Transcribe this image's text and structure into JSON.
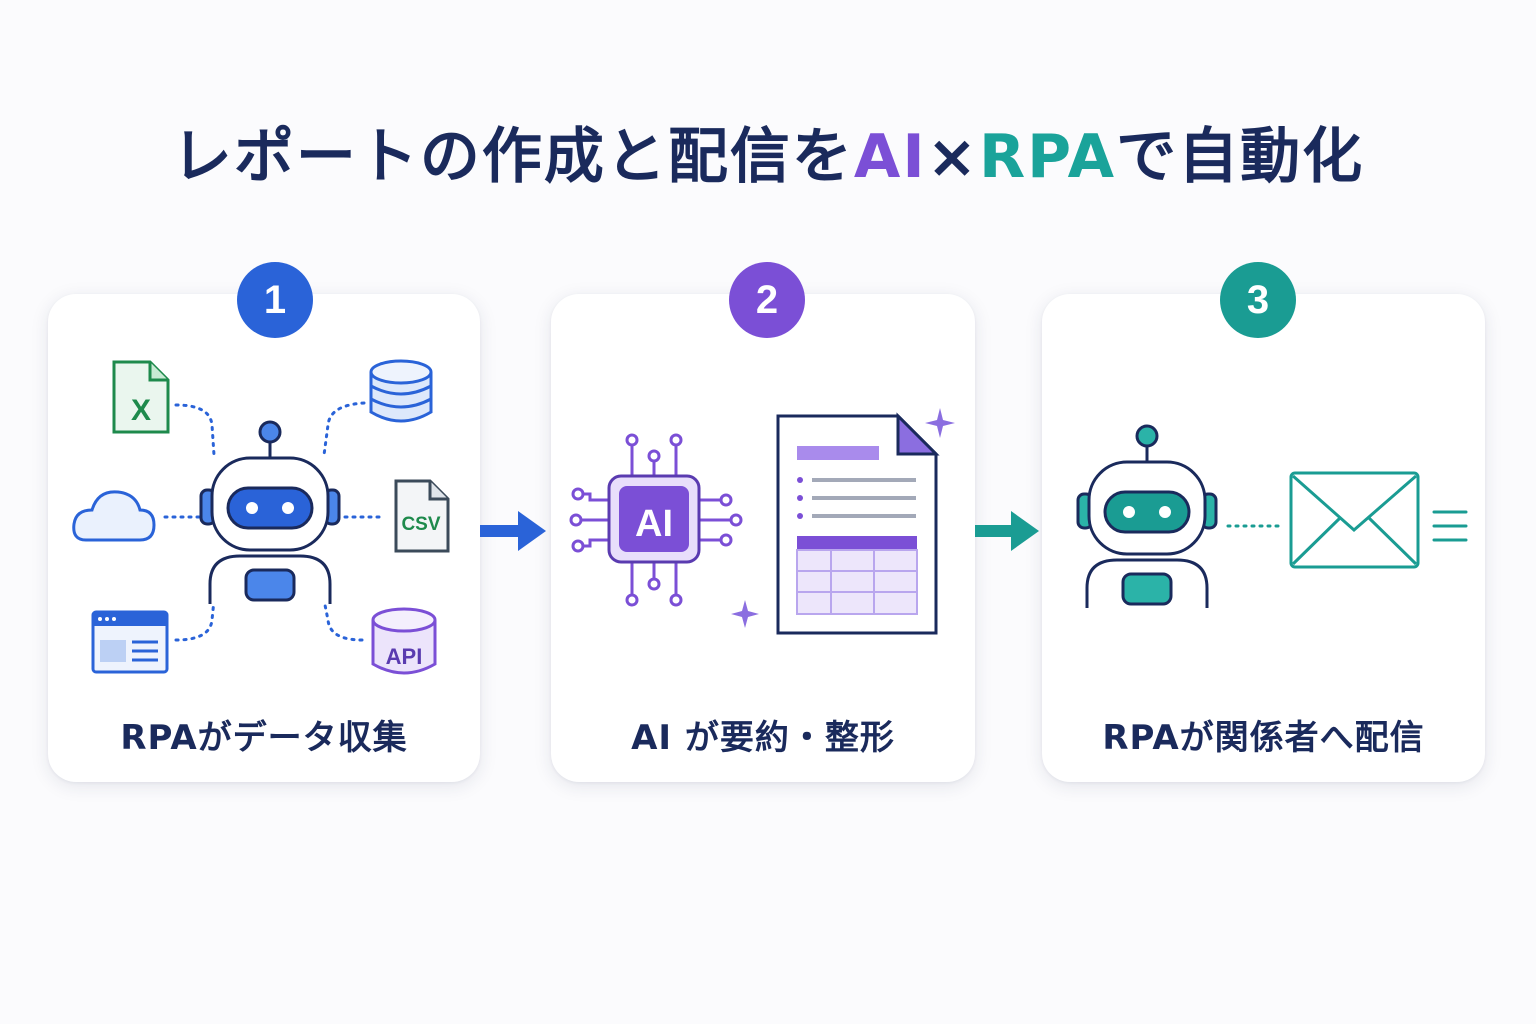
{
  "title": {
    "part1": "レポートの作成と配信を",
    "ai": "AI",
    "times": "×",
    "rpa": "RPA",
    "part2": "で自動化"
  },
  "steps": [
    {
      "number": "1",
      "label": "RPAがデータ収集",
      "color": "#2a63d8"
    },
    {
      "number": "2",
      "label": "AI が要約・整形",
      "color": "#7b4fd6"
    },
    {
      "number": "3",
      "label": "RPAが関係者へ配信",
      "color": "#1a9c93"
    }
  ],
  "icons": {
    "excel_letter": "X",
    "csv_label": "CSV",
    "api_label": "API",
    "ai_chip_label": "AI"
  },
  "colors": {
    "navy": "#1a2a5c",
    "blue": "#2a63d8",
    "purple": "#7b4fd6",
    "teal": "#1a9c93",
    "green": "#1e8a4c"
  }
}
